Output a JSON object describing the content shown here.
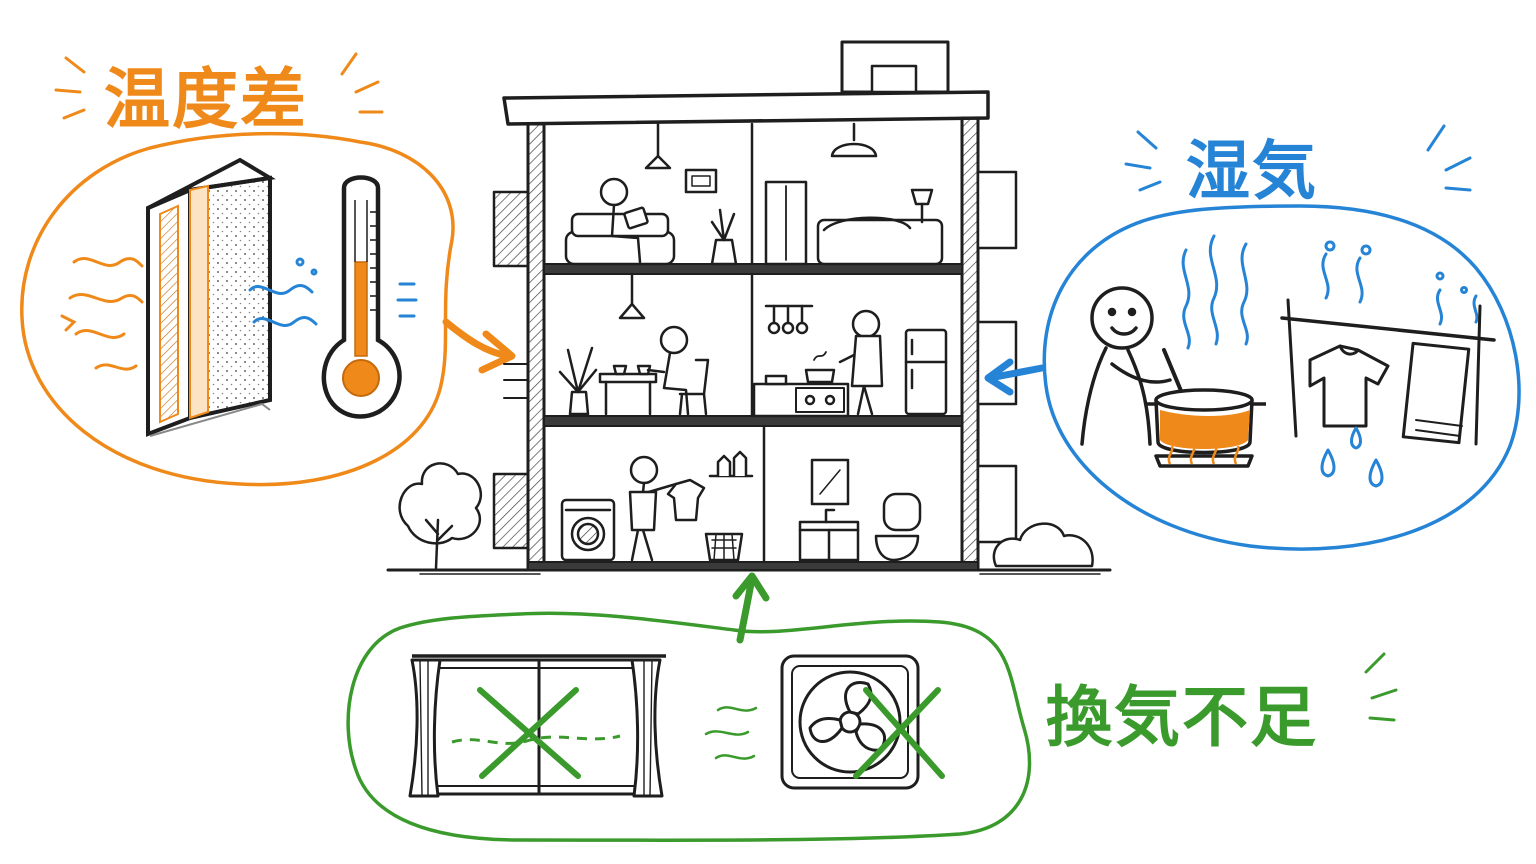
{
  "labels": {
    "temperature_difference": "温度差",
    "humidity": "湿気",
    "insufficient_ventilation": "換気不足"
  },
  "colors": {
    "temperature": "#ef8a1a",
    "humidity": "#2684d6",
    "ventilation": "#3a9a2c",
    "ink": "#1e1e1e"
  },
  "icons": {
    "temperature_group": [
      "insulated-wall-icon",
      "thermometer-icon",
      "heat-wave-icon",
      "cold-wave-icon"
    ],
    "humidity_group": [
      "person-cooking-icon",
      "boiling-pot-icon",
      "laundry-drying-icon",
      "water-drop-icon",
      "steam-icon"
    ],
    "ventilation_group": [
      "closed-window-icon",
      "ventilation-fan-icon",
      "cross-mark-icon"
    ],
    "building": [
      "apartment-cutaway-icon",
      "tree-icon",
      "bush-icon"
    ]
  }
}
